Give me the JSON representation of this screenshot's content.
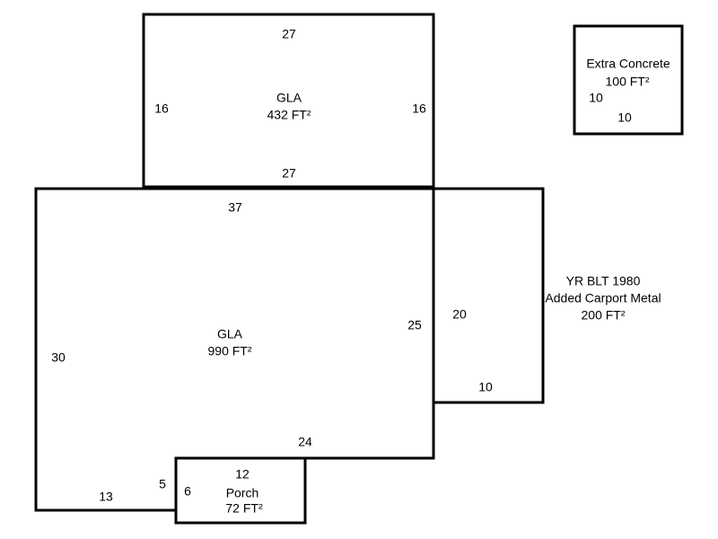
{
  "page": {
    "background_color": "#ffffff",
    "line_color": "#000000",
    "text_color": "#000000"
  },
  "sketch": {
    "upper_gla": {
      "name": "GLA",
      "area": "432 FT²",
      "dim_top": "27",
      "dim_left": "16",
      "dim_right": "16",
      "dim_bottom": "27"
    },
    "main_gla": {
      "name": "GLA",
      "area": "990 FT²",
      "dim_top": "37",
      "dim_left": "30",
      "dim_right": "25",
      "dim_bottom": "24",
      "dim_notch": "5",
      "dim_bottom_left": "13"
    },
    "porch": {
      "name": "Porch",
      "area": "72 FT²",
      "dim_top": "12",
      "dim_left": "6"
    },
    "carport": {
      "note_line1": "YR BLT 1980",
      "note_line2": "Added Carport Metal",
      "note_line3": "200 FT²",
      "dim_left": "20",
      "dim_bottom": "10"
    },
    "extra_concrete": {
      "name": "Extra Concrete",
      "area": "100 FT²",
      "dim_left": "10",
      "dim_bottom": "10"
    }
  }
}
